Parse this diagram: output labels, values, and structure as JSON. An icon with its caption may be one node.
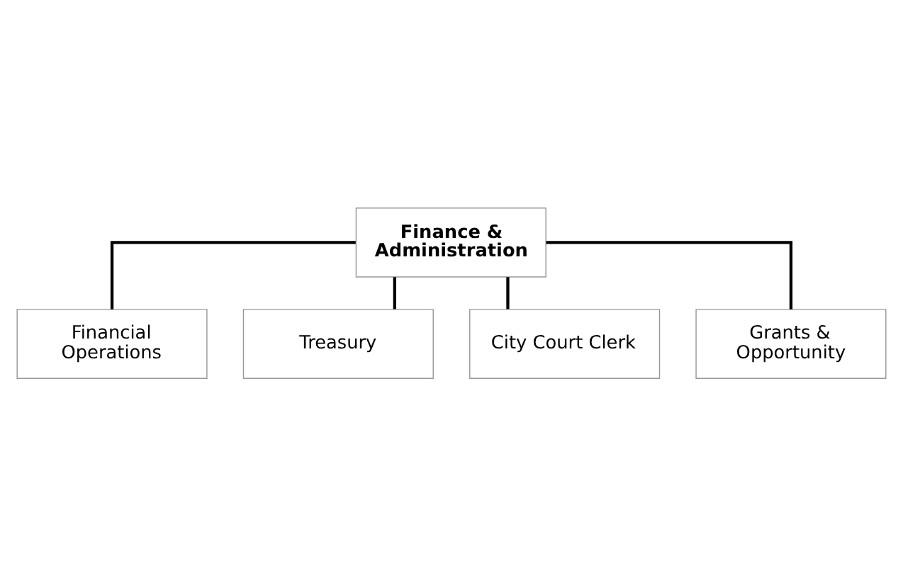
{
  "diagram": {
    "nodes": [
      {
        "text": [
          "Finance & Administration"
        ]
      },
      {
        "text": [
          "Financial Operations"
        ]
      },
      {
        "text": [
          "Treasury"
        ]
      },
      {
        "text": [
          "City Court Clerk"
        ]
      },
      {
        "text": [
          "Grants & Opportunity"
        ]
      }
    ],
    "edges": [
      {
        "from": 0,
        "to": 1,
        "arrow": "none"
      },
      {
        "from": 0,
        "to": 2,
        "arrow": "none"
      },
      {
        "from": 0,
        "to": 3,
        "arrow": "none"
      },
      {
        "from": 0,
        "to": 4,
        "arrow": "none"
      }
    ]
  }
}
